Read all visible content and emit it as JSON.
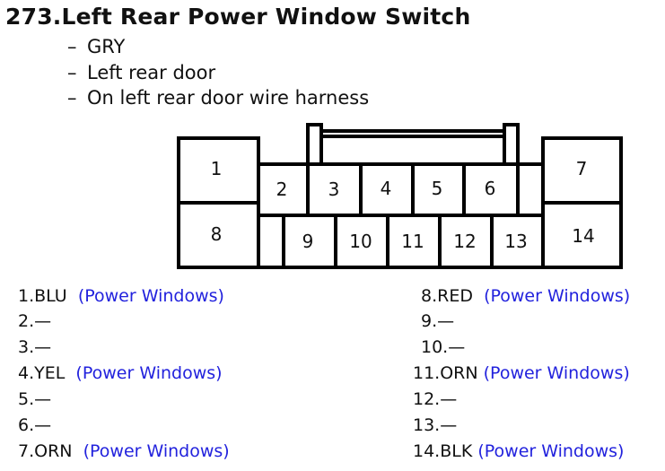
{
  "header": {
    "title": "273.Left Rear Power Window Switch"
  },
  "info_lines": [
    {
      "dash": "–",
      "text": "GRY"
    },
    {
      "dash": "–",
      "text": "Left rear door"
    },
    {
      "dash": "–",
      "text": "On left rear door wire harness"
    }
  ],
  "connector": {
    "cavities": [
      "1",
      "2",
      "3",
      "4",
      "5",
      "6",
      "7",
      "8",
      "9",
      "10",
      "11",
      "12",
      "13",
      "14"
    ]
  },
  "pins_left": [
    {
      "label": "1.BLU",
      "circuit": "(Power Windows)"
    },
    {
      "label": "2.—",
      "circuit": ""
    },
    {
      "label": "3.—",
      "circuit": ""
    },
    {
      "label": "4.YEL",
      "circuit": "(Power Windows)"
    },
    {
      "label": "5.—",
      "circuit": ""
    },
    {
      "label": "6.—",
      "circuit": ""
    },
    {
      "label": "7.ORN",
      "circuit": "(Power Windows)"
    }
  ],
  "pins_right": [
    {
      "label": "8.RED",
      "circuit": "(Power Windows)"
    },
    {
      "label": "9.—",
      "circuit": ""
    },
    {
      "label": "10.—",
      "circuit": ""
    },
    {
      "label": "11.ORN",
      "circuit": "(Power Windows)"
    },
    {
      "label": "12.—",
      "circuit": ""
    },
    {
      "label": "13.—",
      "circuit": ""
    },
    {
      "label": "14.BLK",
      "circuit": "(Power Windows)"
    }
  ]
}
